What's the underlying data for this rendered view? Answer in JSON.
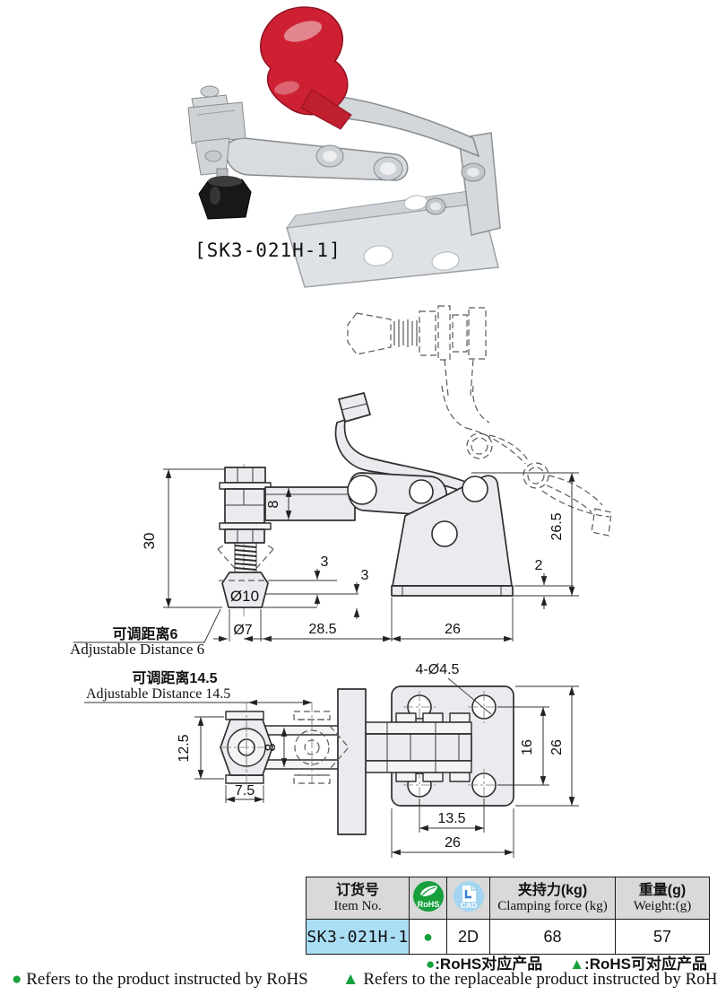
{
  "photo": {
    "caption": "[SK3-021H-1]"
  },
  "drawing_side": {
    "adjustable_cn": "可调距离6",
    "adjustable_en": "Adjustable Distance 6",
    "dim_30": "30",
    "dim_8": "8",
    "dim_3a": "3",
    "dim_3b": "3",
    "dim_d10": "Ø10",
    "dim_d7": "Ø7",
    "dim_28_5": "28.5",
    "dim_26": "26",
    "dim_2": "2",
    "dim_26_5": "26.5"
  },
  "drawing_top": {
    "adjustable_cn": "可调距离14.5",
    "adjustable_en": "Adjustable Distance 14.5",
    "dim_12_5": "12.5",
    "dim_8": "8",
    "dim_7_5": "7.5",
    "dim_holes": "4-Ø4.5",
    "dim_16": "16",
    "dim_26_v": "26",
    "dim_13_5": "13.5",
    "dim_26_h": "26"
  },
  "spec_table": {
    "header": {
      "item_cn": "订货号",
      "item_en": "Item No.",
      "rohs_badge": "RoHS",
      "cad_badge": "CAD",
      "force_cn": "夹持力(kg)",
      "force_en": "Clamping force (kg)",
      "weight_cn": "重量(g)",
      "weight_en": "Weight:(g)"
    },
    "row": {
      "item_no": "SK3-021H-1",
      "rohs_dot": "●",
      "cad": "2D",
      "clamping_force": "68",
      "weight": "57"
    }
  },
  "legend": {
    "cn_dot_symbol": "●",
    "cn_dot_text": ":RoHS对应产品",
    "cn_tri_symbol": "▲",
    "cn_tri_text": ":RoHS可对应产品",
    "en_dot_symbol": "●",
    "en_dot_text": "Refers to the product instructed by RoHS",
    "en_tri_symbol": "▲",
    "en_tri_text": "Refers to the replaceable product instructed by RoHS"
  },
  "colors": {
    "green": "#17a03c",
    "cad_blue": "#a3d4f0",
    "item_bg": "#aadef5",
    "header_bg": "#d9d9d9",
    "handle_red": "#cd2133"
  }
}
